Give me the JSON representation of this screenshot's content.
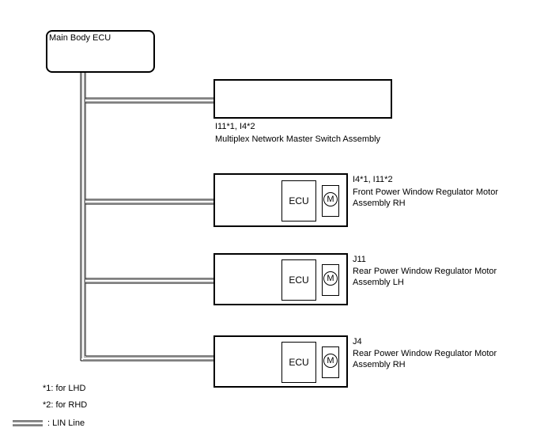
{
  "main_ecu": {
    "label": "Main Body ECU"
  },
  "master_switch": {
    "code": "I11*1, I4*2",
    "name": "Multiplex Network Master Switch Assembly"
  },
  "motors": [
    {
      "code": "I4*1, I11*2",
      "name_line1": "Front Power Window Regulator Motor",
      "name_line2": "Assembly RH",
      "ecu_label": "ECU",
      "motor_label": "M"
    },
    {
      "code": "J11",
      "name_line1": "Rear Power Window Regulator Motor",
      "name_line2": "Assembly LH",
      "ecu_label": "ECU",
      "motor_label": "M"
    },
    {
      "code": "J4",
      "name_line1": "Rear Power Window Regulator Motor",
      "name_line2": "Assembly RH",
      "ecu_label": "ECU",
      "motor_label": "M"
    }
  ],
  "notes": {
    "note1": "*1: for LHD",
    "note2": "*2: for RHD",
    "legend_lin": ": LIN Line"
  }
}
